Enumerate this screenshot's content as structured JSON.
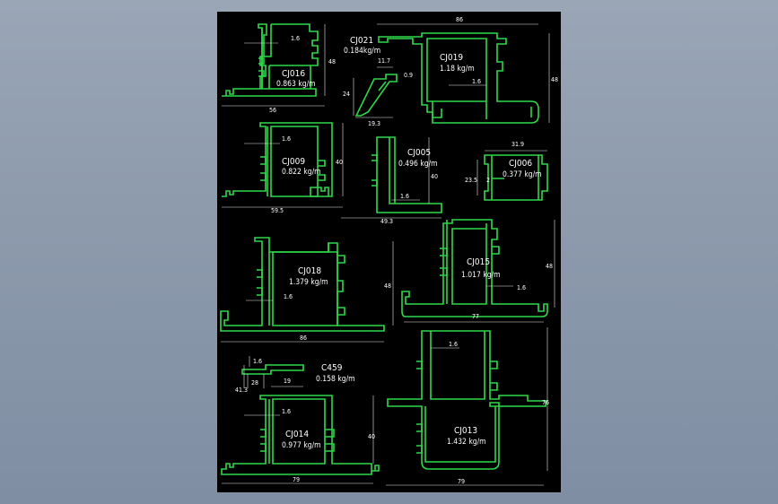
{
  "colors": {
    "background": "#8f9cae",
    "sheet": "#000000",
    "profile": "#2fd84a",
    "dimension": "#e8e8e8",
    "text": "#ffffff"
  },
  "profiles": [
    {
      "id": "cj016",
      "name": "CJ016",
      "weight": "0.863 kg/m",
      "dims": [
        "1.6",
        "48",
        "56"
      ]
    },
    {
      "id": "cj021",
      "name": "CJ021",
      "weight": "0.184kg/m",
      "dims": [
        "11.7",
        "24",
        "19.3",
        "0.9"
      ]
    },
    {
      "id": "cj019",
      "name": "CJ019",
      "weight": "1.18 kg/m",
      "dims": [
        "86",
        "1.6",
        "48"
      ]
    },
    {
      "id": "cj009",
      "name": "CJ009",
      "weight": "0.822 kg/m",
      "dims": [
        "1.6",
        "40",
        "59.5"
      ]
    },
    {
      "id": "cj005",
      "name": "CJ005",
      "weight": "0.496 kg/m",
      "dims": [
        "40",
        "1.6",
        "49.3"
      ]
    },
    {
      "id": "cj006",
      "name": "CJ006",
      "weight": "0.377 kg/m",
      "dims": [
        "31.9",
        "23.5",
        "2"
      ]
    },
    {
      "id": "cj018",
      "name": "CJ018",
      "weight": "1.379 kg/m",
      "dims": [
        "1.6",
        "48",
        "86"
      ]
    },
    {
      "id": "cj015",
      "name": "CJ015",
      "weight": "1.017 kg/m",
      "dims": [
        "48",
        "1.6",
        "77"
      ]
    },
    {
      "id": "c459",
      "name": "C459",
      "weight": "0.158 kg/m",
      "dims": [
        "1.6",
        "28",
        "41.3",
        "19"
      ]
    },
    {
      "id": "cj014",
      "name": "CJ014",
      "weight": "0.977 kg/m",
      "dims": [
        "1.6",
        "40",
        "79"
      ]
    },
    {
      "id": "cj013",
      "name": "CJ013",
      "weight": "1.432 kg/m",
      "dims": [
        "1.6",
        "76",
        "79"
      ]
    }
  ]
}
